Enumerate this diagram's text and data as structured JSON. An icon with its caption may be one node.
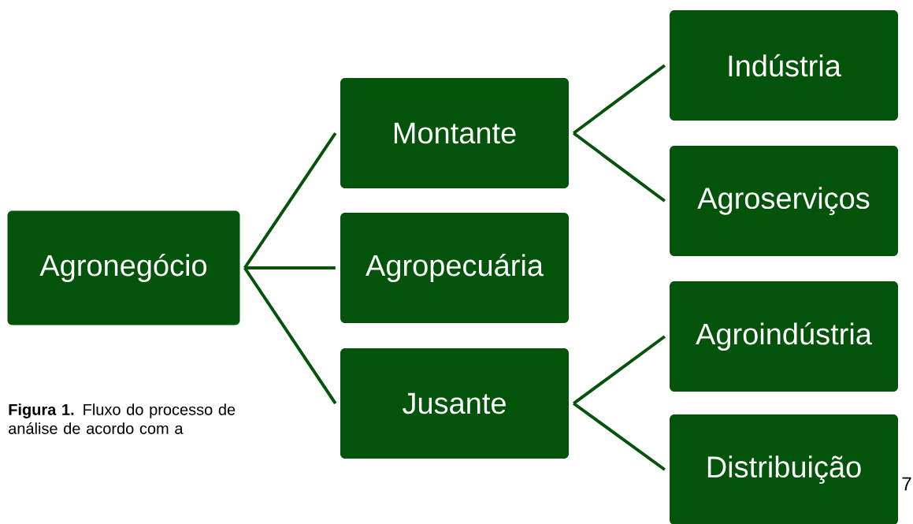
{
  "diagram": {
    "caption": "**Figura 1.** Fluxo do processo de análise de acordo com a",
    "nodes": [
      {
        "text": [
          "Agronegócio"
        ]
      },
      {
        "text": [
          "Montante"
        ]
      },
      {
        "text": [
          "Agropecuária"
        ]
      },
      {
        "text": [
          "Jusante"
        ]
      },
      {
        "text": [
          "Indústria"
        ]
      },
      {
        "text": [
          "Agroserviços"
        ]
      },
      {
        "text": [
          "Agroindústria"
        ]
      },
      {
        "text": [
          "Distribuição"
        ]
      }
    ],
    "edges": [
      {
        "from": 0,
        "to": 1,
        "arrow": "none"
      },
      {
        "from": 0,
        "to": 2,
        "arrow": "none"
      },
      {
        "from": 0,
        "to": 3,
        "arrow": "none"
      },
      {
        "from": 1,
        "to": 4,
        "arrow": "none"
      },
      {
        "from": 1,
        "to": 5,
        "arrow": "none"
      },
      {
        "from": 3,
        "to": 6,
        "arrow": "none"
      },
      {
        "from": 3,
        "to": 7,
        "arrow": "none"
      }
    ],
    "labels": [
      "7"
    ]
  }
}
